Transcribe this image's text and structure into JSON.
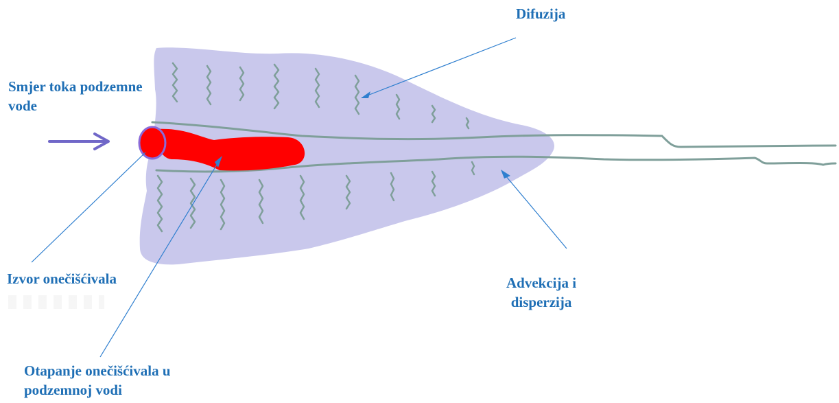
{
  "labels": {
    "difuzija": "Difuzija",
    "smjer_line1": "Smjer toka podzemne",
    "smjer_line2": "vode",
    "izvor": "Izvor onečišćivala",
    "advekcija_line1": "Advekcija i",
    "advekcija_line2": "disperzija",
    "otapanje_line1": "Otapanje onečišćivala u",
    "otapanje_line2": "podzemnoj vodi"
  },
  "colors": {
    "plume": "#c9c8ec",
    "source": "#ff0000",
    "source_ring": "#8a6ad8",
    "flow_lines": "#7f9f9a",
    "arrow": "#7067c8",
    "pointer_lines": "#2f7fcf",
    "text": "#1f6fb5"
  },
  "icons": {
    "flow_arrow": "right-arrow-icon"
  }
}
